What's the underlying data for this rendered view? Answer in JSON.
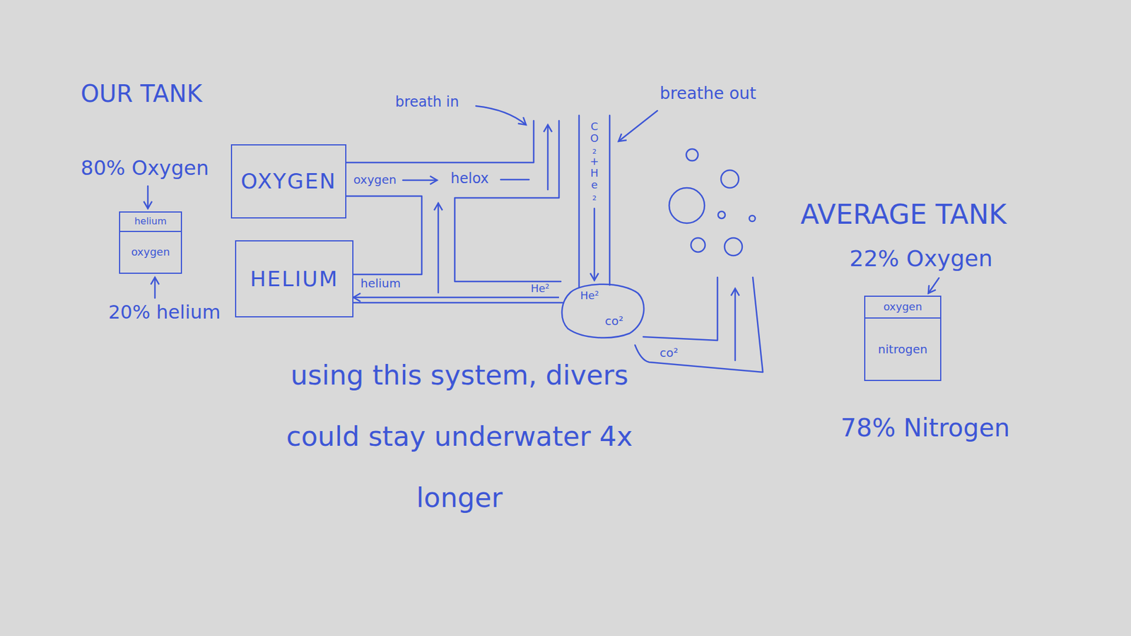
{
  "diagram": {
    "caption": "using this system, divers could stay underwater 4x longer",
    "nodes": [
      {
        "text": [
          "helium",
          "oxygen"
        ]
      },
      {
        "text": [
          "OXYGEN"
        ]
      },
      {
        "text": [
          "HELIUM"
        ]
      },
      {
        "text": [
          "He²",
          "co²"
        ]
      },
      {
        "text": [
          "oxygen",
          "nitrogen"
        ]
      }
    ],
    "edges": [
      {
        "from": 3,
        "to": 2,
        "label": "He²",
        "arrow": "to"
      }
    ],
    "labels": [
      "OUR TANK",
      "80% Oxygen",
      "20% helium",
      "oxygen",
      "helox",
      "helium",
      "breath in",
      "breathe out",
      "CO₂+He₂",
      "co²",
      "AVERAGE TANK",
      "22% Oxygen",
      "78% Nitrogen"
    ]
  }
}
